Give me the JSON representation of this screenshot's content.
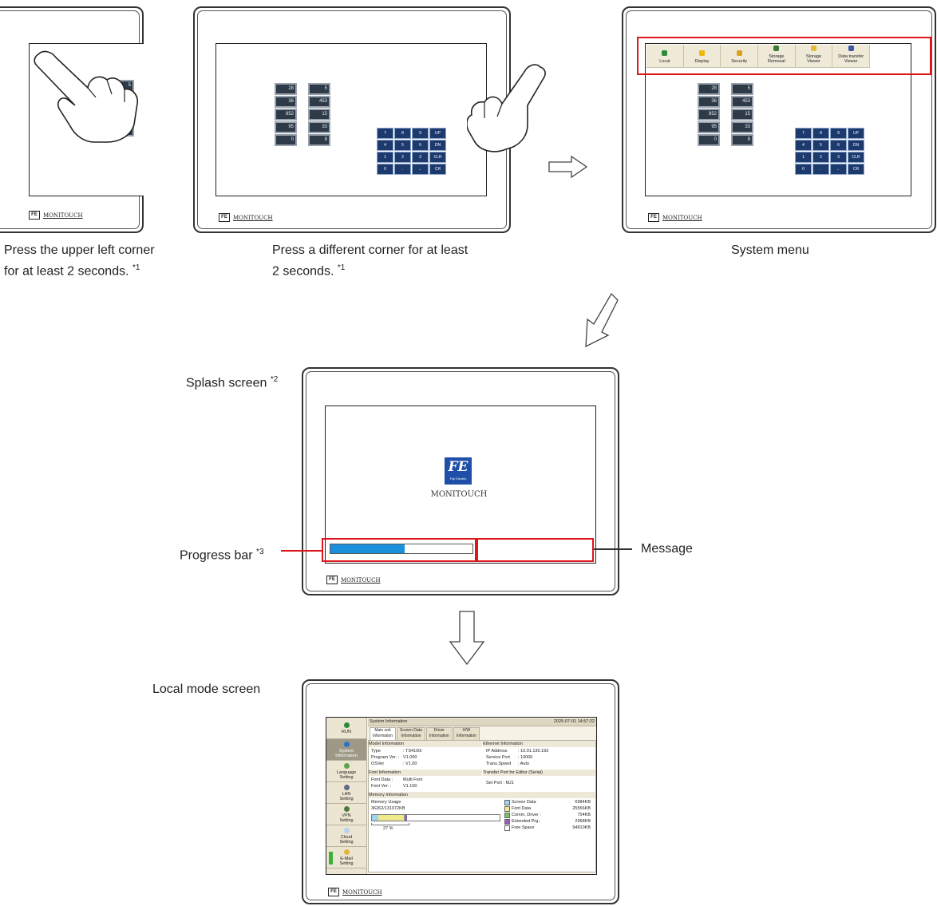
{
  "captions": {
    "step1_line1": "Press the upper left corner",
    "step1_line2": "for at least 2 seconds.",
    "step2_line1": "Press a different corner for at least",
    "step2_line2": "2 seconds.",
    "footnote1": "*1",
    "system_menu": "System menu",
    "splash_screen": "Splash screen",
    "footnote2": "*2",
    "progress_bar": "Progress bar",
    "footnote3": "*3",
    "message": "Message",
    "local_mode_screen": "Local mode screen"
  },
  "brand": {
    "logo_text": "MONITOUCH",
    "mark": "FE",
    "fuji_caption": "Fuji Electric"
  },
  "values_left": [
    "28",
    "36",
    "852",
    "95",
    "0"
  ],
  "values_right": [
    "5",
    "453",
    "15",
    "33",
    "8"
  ],
  "keypad": [
    "7",
    "8",
    "9",
    "UP",
    "4",
    "5",
    "6",
    "DN",
    "1",
    "2",
    "3",
    "CLR",
    "0",
    ".",
    "←",
    "CR"
  ],
  "system_menu_items": [
    {
      "label": "Local",
      "icon": "local-icon",
      "color": "#2d8a3c"
    },
    {
      "label": "Display",
      "icon": "brightness-icon",
      "color": "#f2b705"
    },
    {
      "label": "Security",
      "icon": "lock-icon",
      "color": "#d9a21b"
    },
    {
      "label": "Storage\nRemoval",
      "icon": "storage-removal-icon",
      "color": "#3c7a3a"
    },
    {
      "label": "Storage\nViewer",
      "icon": "folder-icon",
      "color": "#e5b93a"
    },
    {
      "label": "Data transfer\nViewer",
      "icon": "globe-icon",
      "color": "#3f56a8"
    }
  ],
  "splash": {
    "progress_fraction": 0.52
  },
  "local_screen": {
    "sidebar": [
      {
        "label": "RUN",
        "icon": "run-icon",
        "color": "#2d8a3c"
      },
      {
        "label": "System\nInformation",
        "icon": "info-icon",
        "color": "#2a73c9"
      },
      {
        "label": "Language\nSetting",
        "icon": "language-icon",
        "color": "#5aa64b"
      },
      {
        "label": "LAN\nSetting",
        "icon": "lan-icon",
        "color": "#5d6b80"
      },
      {
        "label": "VPN\nSetting",
        "icon": "vpn-icon",
        "color": "#4f7a3a"
      },
      {
        "label": "Cloud\nSetting",
        "icon": "cloud-icon",
        "color": "#b9d3ea"
      },
      {
        "label": "E-Mail\nSetting",
        "icon": "mail-icon",
        "color": "#e2b640"
      }
    ],
    "title": "System Information",
    "datetime": "2025-07-01  14:57:22",
    "tabs": [
      "Main unit\nInformation",
      "Screen Data\nInformation",
      "Driver\nInformation",
      "H/W\nInformation"
    ],
    "model_info": {
      "heading": "Model Information",
      "rows": [
        {
          "k": "Type",
          "v": ": TS4100i"
        },
        {
          "k": "Program Ver. :",
          "v": "V1.000"
        },
        {
          "k": "OSVer",
          "v": ": V1.00"
        }
      ]
    },
    "ethernet_info": {
      "heading": "Ethernet Information",
      "rows": [
        {
          "k": "IP Address",
          "v": ": 10.91.130.193"
        },
        {
          "k": "Service Port",
          "v": ": 10000"
        },
        {
          "k": "Trans.Speed",
          "v": ": Auto"
        }
      ]
    },
    "font_info": {
      "heading": "Font Information",
      "rows": [
        {
          "k": "Font Data :",
          "v": "Multi Font"
        },
        {
          "k": "Font Ver. :",
          "v": "V1.100"
        }
      ]
    },
    "transfer_port": {
      "heading": "Transfer Port for Editor (Serial)",
      "value": "Set Port :  MJ1"
    },
    "memory": {
      "heading": "Memory Information",
      "usage_label": "Memory Usage",
      "usage_value": "36262/131072KB",
      "percent": "27 %",
      "legend": [
        {
          "label": "Screen Data",
          "value": "6984KB",
          "color": "#9fd2ec"
        },
        {
          "label": "Font Data",
          "value": "25556KB",
          "color": "#f1ea8c"
        },
        {
          "label": "Comm. Driver :",
          "value": "754KB",
          "color": "#7fbf6e"
        },
        {
          "label": "Extended Prg.:",
          "value": "2968KB",
          "color": "#9b5db8"
        },
        {
          "label": "Free Space",
          "value": "94810KB",
          "color": "#ffffff"
        }
      ],
      "segments": [
        0.053,
        0.195,
        0.006,
        0.023
      ]
    }
  }
}
